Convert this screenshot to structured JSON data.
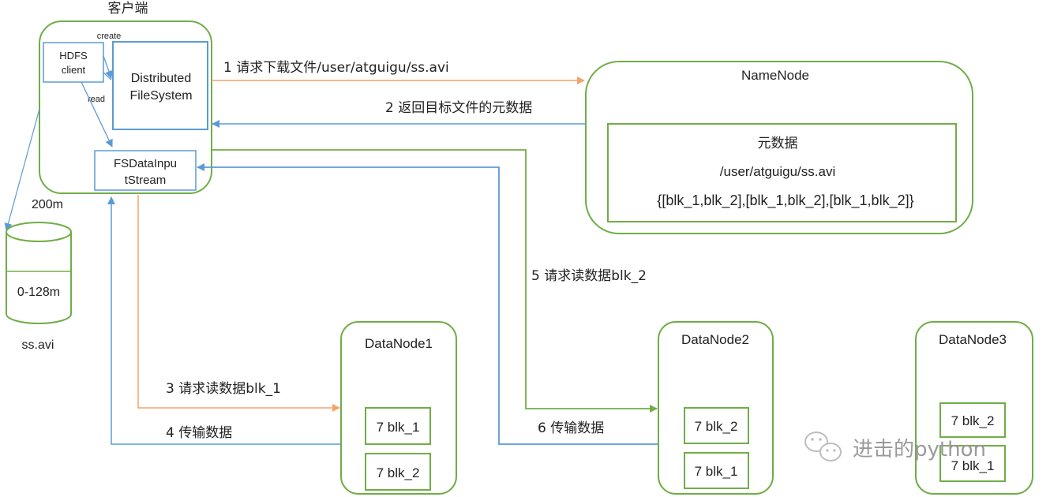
{
  "client": {
    "title": "客户端",
    "hdfs_client_line1": "HDFS",
    "hdfs_client_line2": "client",
    "create_label": "create",
    "read_label": "read",
    "dfs_line1": "Distributed",
    "dfs_line2": "FileSystem",
    "fsdis_line1": "FSDataInpu",
    "fsdis_line2": "tStream"
  },
  "file": {
    "size_label": "200m",
    "block_label": "0-128m",
    "name": "ss.avi"
  },
  "namenode": {
    "title": "NameNode",
    "meta_title": "元数据",
    "meta_path": "/user/atguigu/ss.avi",
    "meta_blocks": "{[blk_1,blk_2],[blk_1,blk_2],[blk_1,blk_2]}"
  },
  "steps": {
    "s1": "1 请求下载文件/user/atguigu/ss.avi",
    "s2": "2 返回目标文件的元数据",
    "s3": "3 请求读数据blk_1",
    "s4": "4 传输数据",
    "s5": "5 请求读数据blk_2",
    "s6": "6 传输数据"
  },
  "datanodes": [
    {
      "title": "DataNode1",
      "blocks": [
        "7 blk_1",
        "7 blk_2"
      ]
    },
    {
      "title": "DataNode2",
      "blocks": [
        "7 blk_2",
        "7 blk_1"
      ]
    },
    {
      "title": "DataNode3",
      "blocks": [
        "7 blk_2",
        "7 blk_1"
      ]
    }
  ],
  "watermark": "进击的python",
  "colors": {
    "green": "#70ad47",
    "blue": "#5b9bd5",
    "orange": "#f4a46c"
  }
}
